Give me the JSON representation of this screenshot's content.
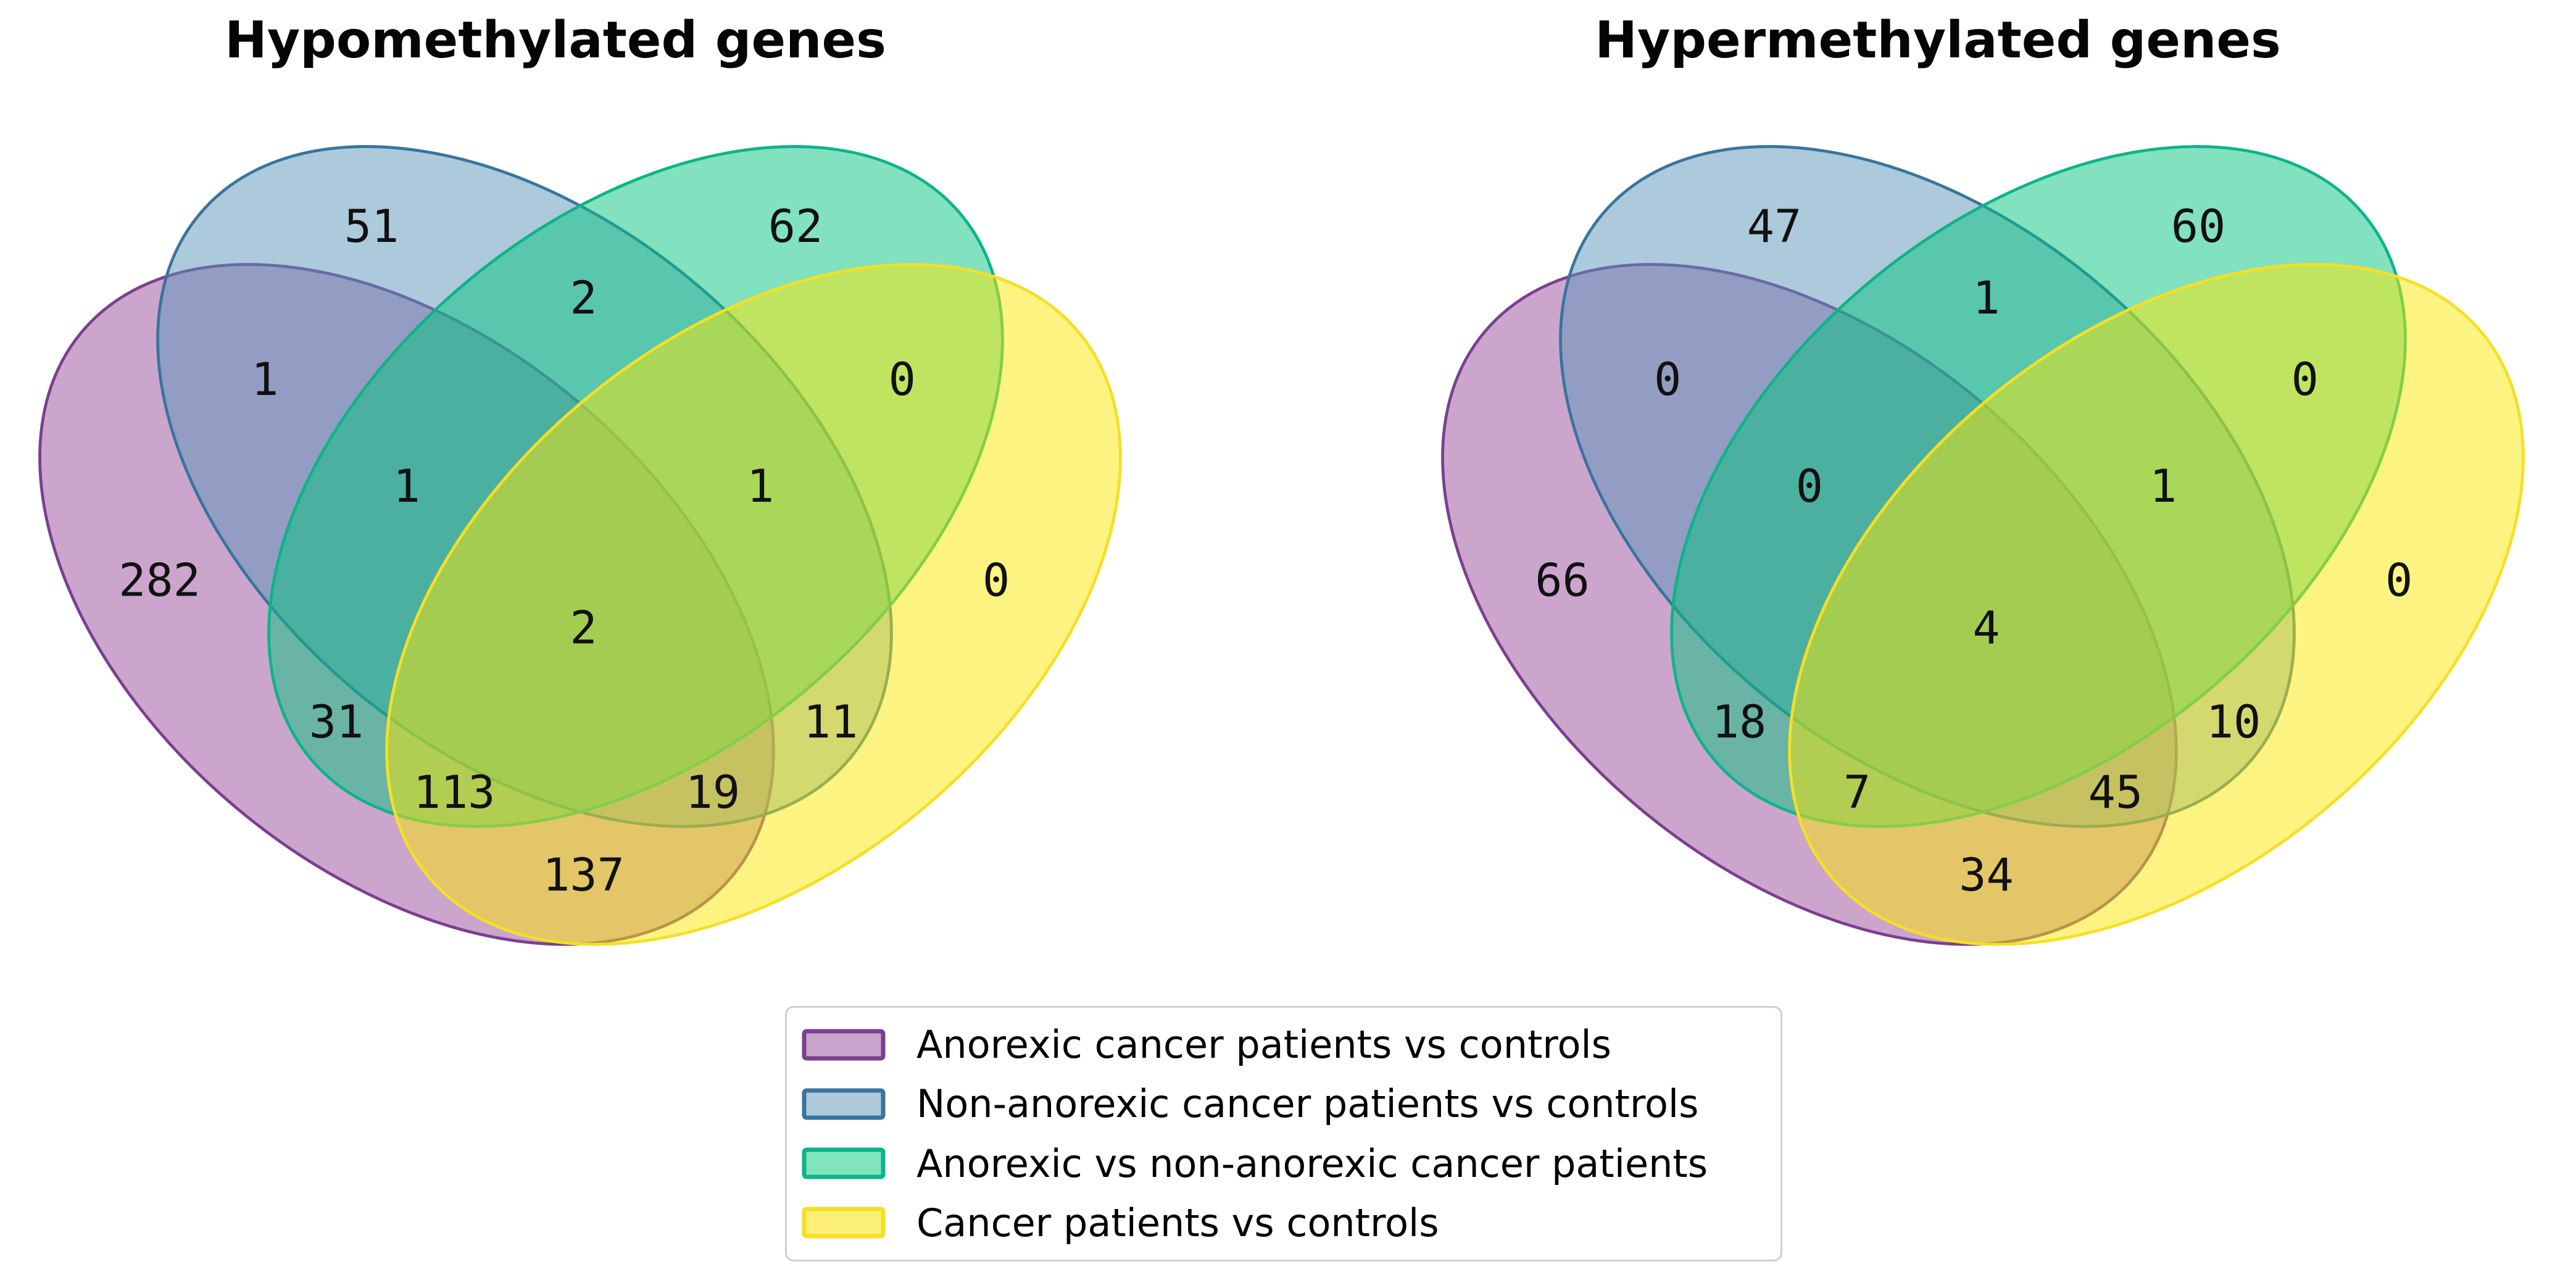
{
  "figure": {
    "sets": [
      {
        "key": "A",
        "label": "Anorexic cancer patients vs controls",
        "venn_fill": "#9a4b9b",
        "stroke": "#7b3f8f",
        "legend_fill": "#c9a4cc"
      },
      {
        "key": "B",
        "label": "Non-anorexic cancer patients vs controls",
        "venn_fill": "#5995b9",
        "stroke": "#39749f",
        "legend_fill": "#aec9dc"
      },
      {
        "key": "C",
        "label": "Anorexic vs non-anorexic cancer patients",
        "venn_fill": "#06c37e",
        "stroke": "#0cb489",
        "legend_fill": "#81e4bd"
      },
      {
        "key": "D",
        "label": "Cancer patients vs controls",
        "venn_fill": "#f9e701",
        "stroke": "#f6df25",
        "legend_fill": "#fdf177"
      }
    ],
    "panels": [
      {
        "title": "Hypomethylated genes",
        "counts": {
          "a": "282",
          "b": "51",
          "c": "62",
          "d": "0",
          "ab": "1",
          "bc": "2",
          "cd": "0",
          "ac": "31",
          "bd": "11",
          "abc": "1",
          "bcd": "1",
          "abd": "19",
          "acd": "113",
          "abcd": "2",
          "ad": "137"
        }
      },
      {
        "title": "Hypermethylated genes",
        "counts": {
          "a": "66",
          "b": "47",
          "c": "60",
          "d": "0",
          "ab": "0",
          "bc": "1",
          "cd": "0",
          "ac": "18",
          "bd": "10",
          "abc": "0",
          "bcd": "1",
          "abd": "45",
          "acd": "7",
          "abcd": "4",
          "ad": "34"
        }
      }
    ]
  },
  "chart_data": [
    {
      "type": "venn",
      "title": "Hypomethylated genes",
      "sets": {
        "A": "Anorexic cancer patients vs controls",
        "B": "Non-anorexic cancer patients vs controls",
        "C": "Anorexic vs non-anorexic cancer patients",
        "D": "Cancer patients vs controls"
      },
      "note": "region keys are exclusive intersections",
      "regions": {
        "A": 282,
        "B": 51,
        "C": 62,
        "D": 0,
        "A∩B": 1,
        "B∩C": 2,
        "C∩D": 0,
        "A∩C": 31,
        "B∩D": 11,
        "A∩B∩C": 1,
        "B∩C∩D": 1,
        "A∩B∩D": 19,
        "A∩C∩D": 113,
        "A∩B∩C∩D": 2,
        "A∩D": 137
      }
    },
    {
      "type": "venn",
      "title": "Hypermethylated genes",
      "sets": {
        "A": "Anorexic cancer patients vs controls",
        "B": "Non-anorexic cancer patients vs controls",
        "C": "Anorexic vs non-anorexic cancer patients",
        "D": "Cancer patients vs controls"
      },
      "note": "region keys are exclusive intersections",
      "regions": {
        "A": 66,
        "B": 47,
        "C": 60,
        "D": 0,
        "A∩B": 0,
        "B∩C": 1,
        "C∩D": 0,
        "A∩C": 18,
        "B∩D": 10,
        "A∩B∩C": 0,
        "B∩C∩D": 1,
        "A∩B∩D": 45,
        "A∩C∩D": 7,
        "A∩B∩C∩D": 4,
        "A∩D": 34
      }
    }
  ]
}
